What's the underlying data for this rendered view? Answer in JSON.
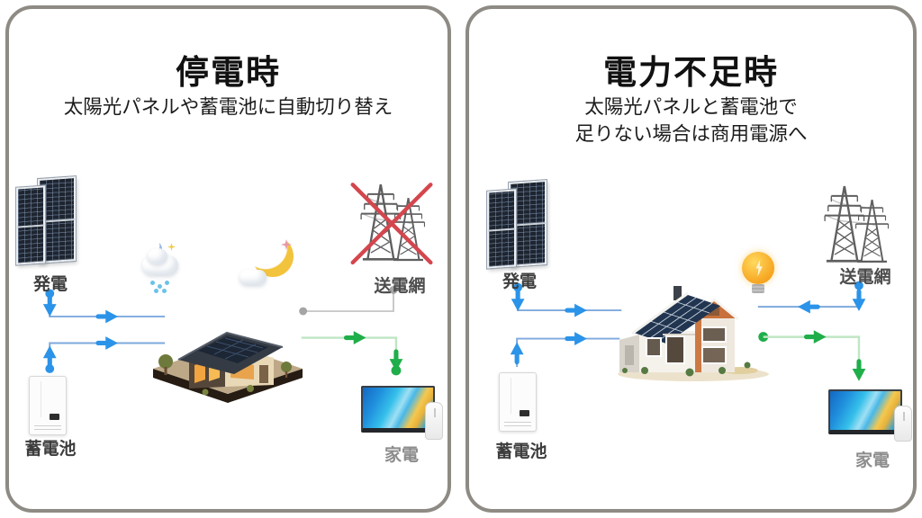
{
  "colors": {
    "panel_border": "#8e8a84",
    "arrow_blue": "#2b93e8",
    "line_blue": "#7ea9dd",
    "arrow_green": "#1fae4a",
    "line_green": "#bfe6c4",
    "line_gray": "#c9c9c9",
    "dot_gray": "#a5a5a5",
    "cross_red": "#d4464e"
  },
  "panels": [
    {
      "title": "停電時",
      "subtitle_line1": "太陽光パネルや蓄電池に自動切り替え",
      "subtitle_line2": "",
      "labels": {
        "generation": "発電",
        "grid": "送電網",
        "battery": "蓄電池",
        "appliances": "家電"
      },
      "scene": "night (rain cloud and crescent moon icons, house lit at night)",
      "grid_status": "offline - transmission grid crossed out in red",
      "flows": [
        {
          "from": "発電",
          "to": "house",
          "style": "blue-active"
        },
        {
          "from": "蓄電池",
          "to": "house",
          "style": "blue-active"
        },
        {
          "from": "送電網",
          "to": "house",
          "style": "gray-inactive"
        },
        {
          "from": "house",
          "to": "家電",
          "style": "green-active"
        }
      ]
    },
    {
      "title": "電力不足時",
      "subtitle_line1": "太陽光パネルと蓄電池で",
      "subtitle_line2": "足りない場合は商用電源へ",
      "labels": {
        "generation": "発電",
        "grid": "送電網",
        "battery": "蓄電池",
        "appliances": "家電"
      },
      "scene": "day (modern house with rooftop solar, glowing lightbulb icon)",
      "grid_status": "online - commercial power supplements shortage",
      "flows": [
        {
          "from": "発電",
          "to": "house",
          "style": "blue-active"
        },
        {
          "from": "蓄電池",
          "to": "house",
          "style": "blue-active"
        },
        {
          "from": "送電網",
          "to": "house",
          "style": "blue-active"
        },
        {
          "from": "house",
          "to": "家電",
          "style": "green-active"
        }
      ]
    }
  ]
}
